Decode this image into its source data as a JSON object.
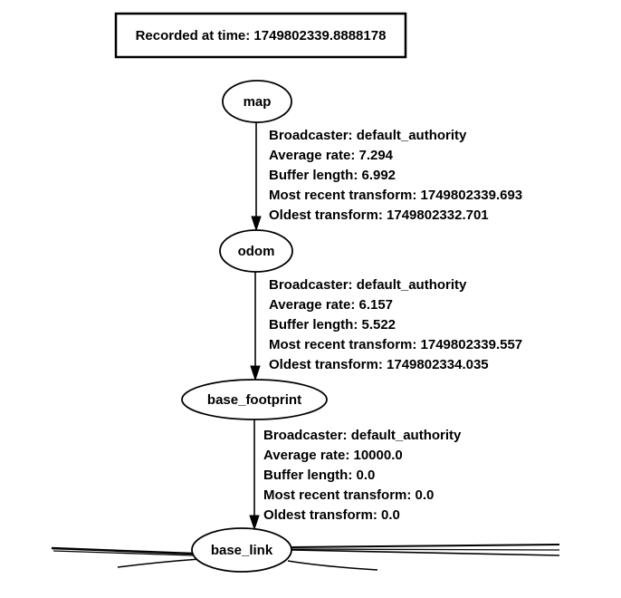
{
  "title": "Recorded at time: 1749802339.8888178",
  "nodes": {
    "map": "map",
    "odom": "odom",
    "base_footprint": "base_footprint",
    "base_link": "base_link"
  },
  "edges": [
    {
      "from": "map",
      "to": "odom",
      "broadcaster": "Broadcaster: default_authority",
      "average_rate": "Average rate: 7.294",
      "buffer_length": "Buffer length: 6.992",
      "most_recent": "Most recent transform: 1749802339.693",
      "oldest": "Oldest transform: 1749802332.701"
    },
    {
      "from": "odom",
      "to": "base_footprint",
      "broadcaster": "Broadcaster: default_authority",
      "average_rate": "Average rate: 6.157",
      "buffer_length": "Buffer length: 5.522",
      "most_recent": "Most recent transform: 1749802339.557",
      "oldest": "Oldest transform: 1749802334.035"
    },
    {
      "from": "base_footprint",
      "to": "base_link",
      "broadcaster": "Broadcaster: default_authority",
      "average_rate": "Average rate: 10000.0",
      "buffer_length": "Buffer length: 0.0",
      "most_recent": "Most recent transform: 0.0",
      "oldest": "Oldest transform: 0.0"
    }
  ],
  "colors": {
    "ink": "#000000",
    "background": "#ffffff"
  }
}
